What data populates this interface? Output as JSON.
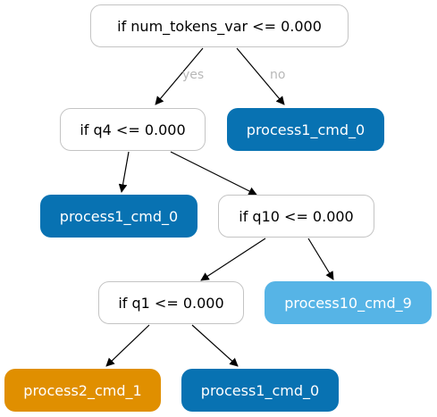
{
  "colors": {
    "dark_blue": "#0872b2",
    "light_blue": "#56b4e6",
    "orange": "#e08f00",
    "edge": "#000000"
  },
  "edge_labels": {
    "yes": "yes",
    "no": "no"
  },
  "nodes": {
    "root": {
      "label": "if num_tokens_var <= 0.000"
    },
    "q4": {
      "label": "if q4 <= 0.000"
    },
    "leaf_no_root": {
      "label": "process1_cmd_0",
      "color": "#0872b2"
    },
    "leaf_q4_yes": {
      "label": "process1_cmd_0",
      "color": "#0872b2"
    },
    "q10": {
      "label": "if q10 <= 0.000"
    },
    "q1": {
      "label": "if q1 <= 0.000"
    },
    "leaf_q10_no": {
      "label": "process10_cmd_9",
      "color": "#56b4e6"
    },
    "leaf_q1_yes": {
      "label": "process2_cmd_1",
      "color": "#e08f00"
    },
    "leaf_q1_no": {
      "label": "process1_cmd_0",
      "color": "#0872b2"
    }
  }
}
